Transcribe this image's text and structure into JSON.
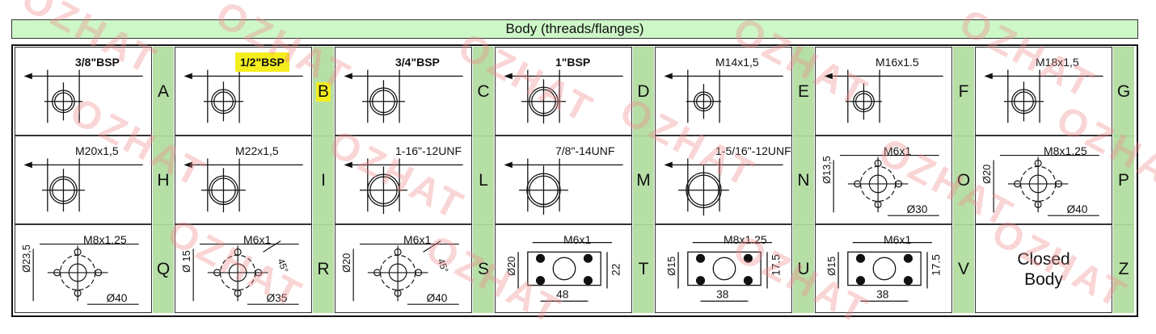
{
  "header": {
    "title": "Body (threads/flanges)"
  },
  "watermark": "OZHAT",
  "highlight_color": "#f5ee1f",
  "letter_bg": "#b6dfa6",
  "header_bg": "#cdf7c7",
  "rows": [
    [
      {
        "spec": "3/8\"BSP",
        "letter": "A",
        "kind": "thread",
        "bold": true
      },
      {
        "spec": "1/2\"BSP",
        "letter": "B",
        "kind": "thread",
        "bold": true,
        "highlight": true
      },
      {
        "spec": "3/4\"BSP",
        "letter": "C",
        "kind": "thread",
        "bold": true
      },
      {
        "spec": "1\"BSP",
        "letter": "D",
        "kind": "thread",
        "bold": true
      },
      {
        "spec": "M14x1,5",
        "letter": "E",
        "kind": "thread"
      },
      {
        "spec": "M16x1.5",
        "letter": "F",
        "kind": "thread"
      },
      {
        "spec": "M18x1,5",
        "letter": "G",
        "kind": "thread"
      }
    ],
    [
      {
        "spec": "M20x1,5",
        "letter": "H",
        "kind": "thread"
      },
      {
        "spec": "M22x1,5",
        "letter": "I",
        "kind": "thread"
      },
      {
        "spec": "1-16\"-12UNF",
        "letter": "L",
        "kind": "thread"
      },
      {
        "spec": "7/8\"-14UNF",
        "letter": "M",
        "kind": "thread"
      },
      {
        "spec": "1-5/16\"-12UNF",
        "letter": "N",
        "kind": "thread"
      },
      {
        "spec": "M6x1",
        "letter": "O",
        "kind": "flange",
        "dims": [
          "Ø13,5",
          "Ø30"
        ]
      },
      {
        "spec": "M8x1.25",
        "letter": "P",
        "kind": "flange",
        "dims": [
          "Ø20",
          "Ø40"
        ]
      }
    ],
    [
      {
        "spec": "M8x1.25",
        "letter": "Q",
        "kind": "flange",
        "dims": [
          "Ø23,5",
          "Ø40"
        ]
      },
      {
        "spec": "M6x1",
        "letter": "R",
        "kind": "flange-angle",
        "dims": [
          "Ø 15",
          "Ø35",
          "45°"
        ]
      },
      {
        "spec": "M6x1",
        "letter": "S",
        "kind": "flange-angle",
        "dims": [
          "Ø20",
          "Ø40",
          "45°"
        ]
      },
      {
        "spec": "M6x1",
        "letter": "T",
        "kind": "rect",
        "dims": [
          "Ø20",
          "22",
          "48"
        ]
      },
      {
        "spec": "M8x1.25",
        "letter": "U",
        "kind": "rect",
        "dims": [
          "Ø15",
          "17.5",
          "38"
        ]
      },
      {
        "spec": "M6x1",
        "letter": "V",
        "kind": "rect",
        "dims": [
          "Ø15",
          "17.5",
          "38"
        ]
      },
      {
        "spec": "",
        "letter": "Z",
        "kind": "closed",
        "closed_lines": [
          "Closed",
          "Body"
        ]
      }
    ]
  ]
}
